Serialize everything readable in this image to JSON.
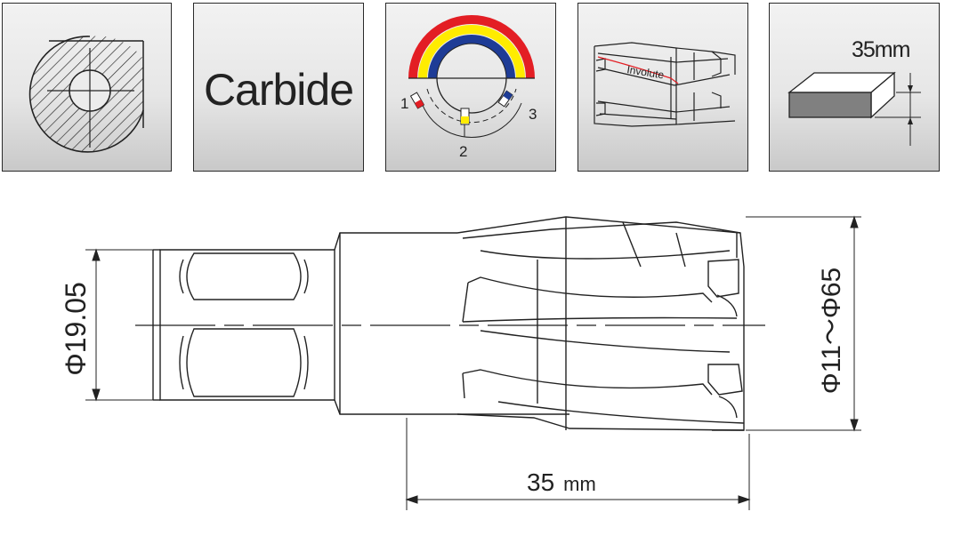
{
  "tiles": [
    {
      "name": "weldon-shank",
      "icon": "weldon-shank-cross-section-icon"
    },
    {
      "name": "material",
      "label": "Carbide"
    },
    {
      "name": "tooth-geometry",
      "icon": "three-tooth-geometry-icon",
      "labels": [
        "1",
        "2",
        "3"
      ],
      "colors": {
        "red": "#e31e24",
        "yellow": "#ffec00",
        "blue": "#1e3c96"
      }
    },
    {
      "name": "tooth-profile",
      "icon": "involute-tooth-icon",
      "label": "Involute"
    },
    {
      "name": "cutting-depth",
      "icon": "depth-block-icon",
      "label": "35mm"
    }
  ],
  "drawing": {
    "shank_diameter": "Φ19.05",
    "cutter_diameter": "Φ11～Φ65",
    "cutting_depth_value": "35",
    "cutting_depth_unit": "mm"
  },
  "colors": {
    "line": "#222222",
    "block_fill": "#808080"
  }
}
